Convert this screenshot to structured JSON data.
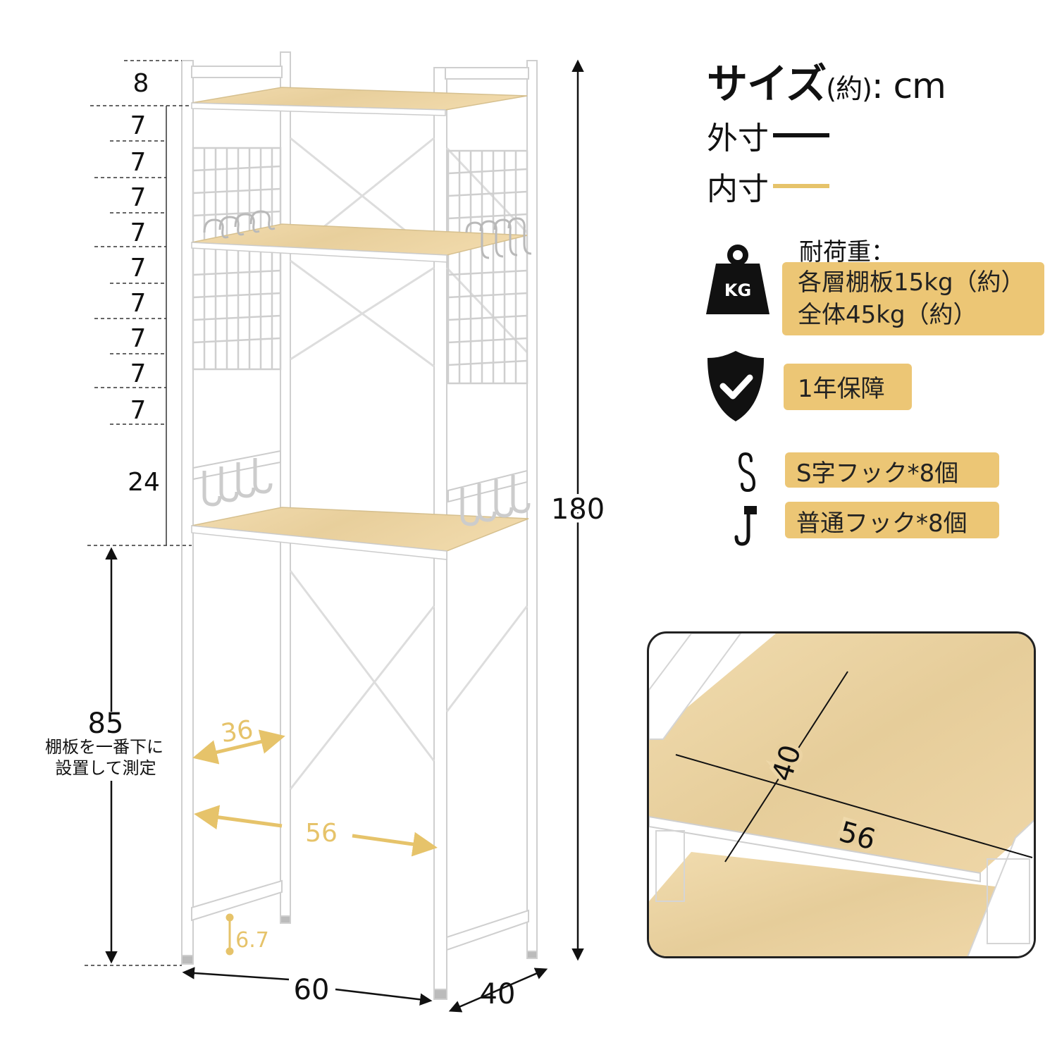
{
  "legend": {
    "title_main": "サイズ",
    "title_paren": "(約)",
    "title_unit": ": cm",
    "outer_label": "外寸",
    "inner_label": "内寸",
    "outer_color": "#111111",
    "inner_color": "#e6c36a"
  },
  "specs": {
    "load_heading": "耐荷重：",
    "load_icon_text": "KG",
    "load_line1": "各層棚板15kg（約）",
    "load_line2": "全体45kg（約）",
    "warranty": "1年保障",
    "s_hooks": "S字フック*8個",
    "normal_hooks": "普通フック*8個",
    "badge_color": "#ecc675"
  },
  "dimensions": {
    "top_margin": "8",
    "grid_spacings": [
      "7",
      "7",
      "7",
      "7",
      "7",
      "7",
      "7",
      "7",
      "7"
    ],
    "lower_gap": "24",
    "total_height": "180",
    "bottom_height": "85",
    "bottom_note_line1": "棚板を一番下に",
    "bottom_note_line2": "設置して測定",
    "inner_depth": "36",
    "inner_width": "56",
    "foot_height": "6.7",
    "outer_width": "60",
    "outer_depth": "40"
  },
  "inset": {
    "shelf_depth": "40",
    "shelf_width": "56"
  }
}
